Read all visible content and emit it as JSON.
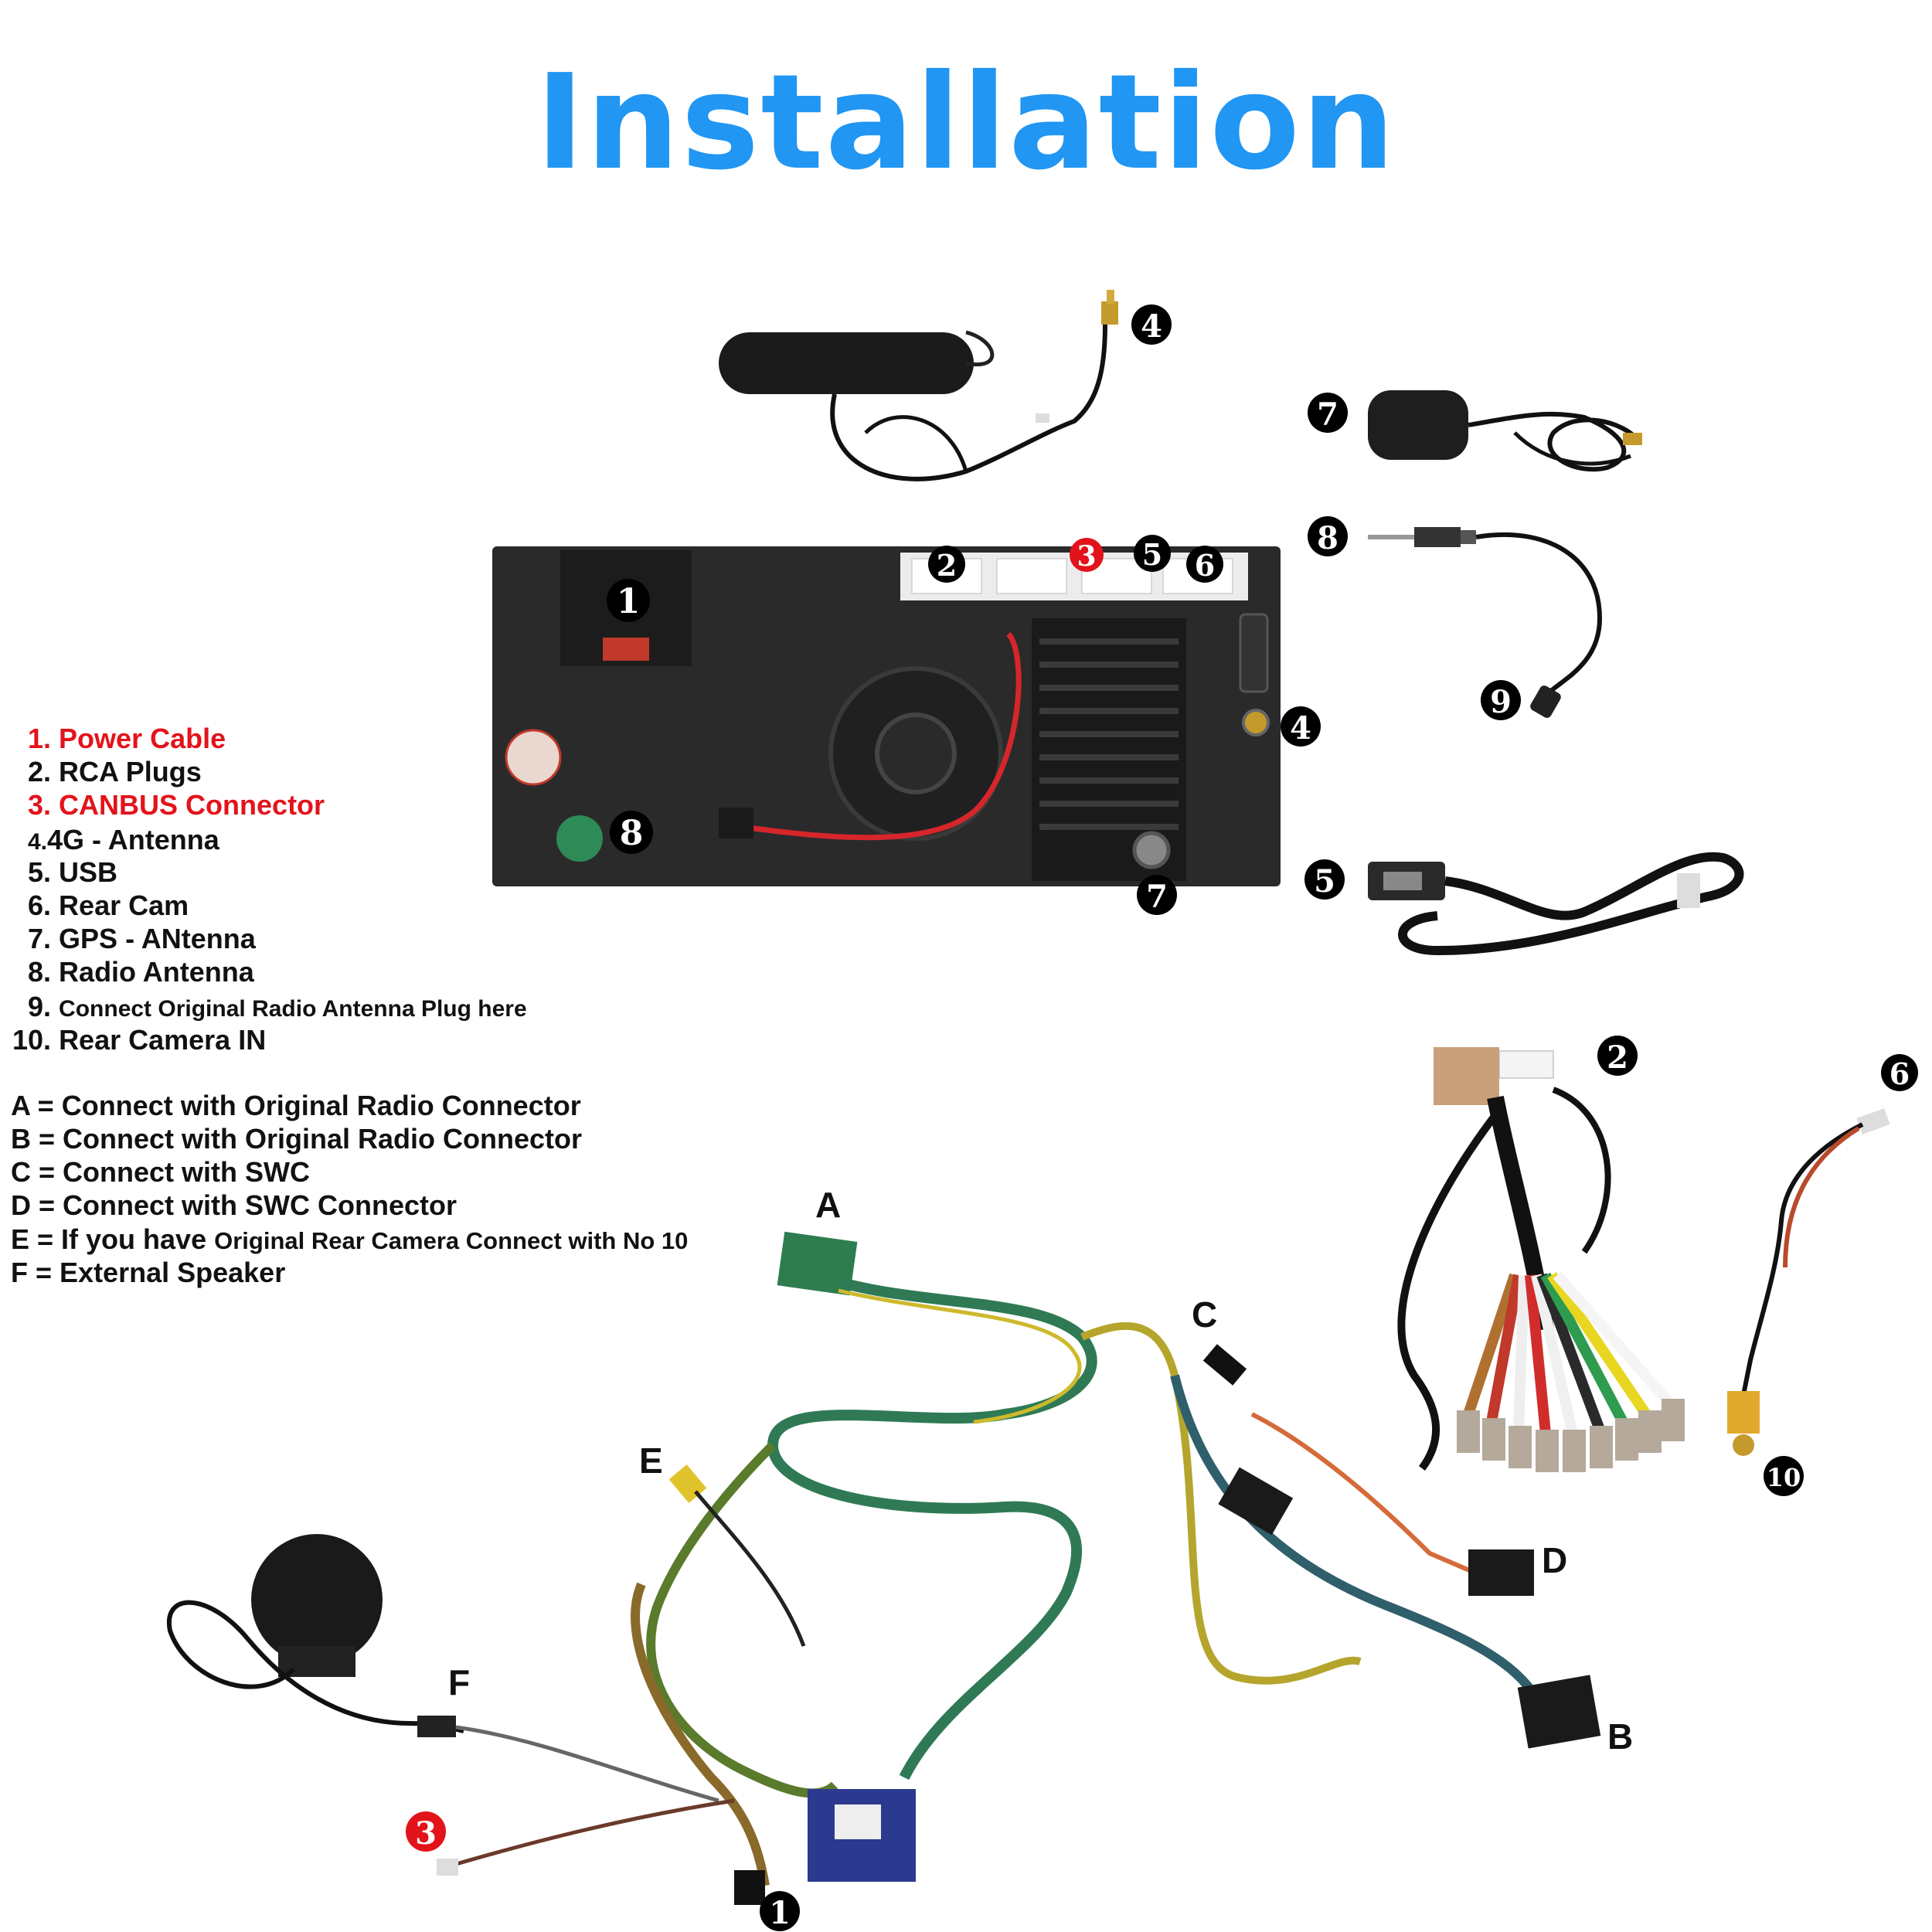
{
  "title": "Installation",
  "legend": [
    {
      "num": "1.",
      "text": "Power Cable",
      "color": "#e3131b"
    },
    {
      "num": "2.",
      "text": "RCA Plugs",
      "color": "#111111"
    },
    {
      "num": "3.",
      "text": "CANBUS Connector",
      "color": "#e3131b"
    },
    {
      "num": "4.",
      "text": "4G - Antenna",
      "color": "#111111"
    },
    {
      "num": "5.",
      "text": "USB",
      "color": "#111111"
    },
    {
      "num": "6.",
      "text": "Rear Cam",
      "color": "#111111"
    },
    {
      "num": "7.",
      "text": "GPS - ANtenna",
      "color": "#111111"
    },
    {
      "num": "8.",
      "text": "Radio Antenna",
      "color": "#111111"
    },
    {
      "num": "9.",
      "text": "Connect Original Radio Antenna Plug here",
      "color": "#111111"
    },
    {
      "num": "10.",
      "text": "Rear Camera IN",
      "color": "#111111"
    }
  ],
  "letters": [
    {
      "key": "A",
      "text": "Connect with Original Radio Connector"
    },
    {
      "key": "B",
      "text": "Connect with Original Radio Connector"
    },
    {
      "key": "C",
      "text": "Connect with SWC"
    },
    {
      "key": "D",
      "text": "Connect with SWC Connector"
    },
    {
      "key": "E",
      "text": "If you have",
      "small": "Original Rear Camera Connect with No 10"
    },
    {
      "key": "F",
      "text": "External Speaker"
    }
  ],
  "badges": {
    "unit_1": "1",
    "unit_2": "2",
    "unit_3": "3",
    "unit_5": "5",
    "unit_6": "6",
    "unit_4": "4",
    "unit_7": "7",
    "unit_8": "8",
    "antenna_4": "4",
    "gps_7": "7",
    "radio_8": "8",
    "radio_9": "9",
    "usb_5": "5",
    "rca_2": "2",
    "cam_6": "6",
    "cam_10": "10",
    "canbus_3": "3",
    "power_1": "1"
  },
  "harness_labels": {
    "A": "A",
    "B": "B",
    "C": "C",
    "D": "D",
    "E": "E",
    "F": "F"
  },
  "colors": {
    "title": "#2196f3",
    "accent_red": "#e3131b",
    "unit_body": "#2a2a2a"
  }
}
